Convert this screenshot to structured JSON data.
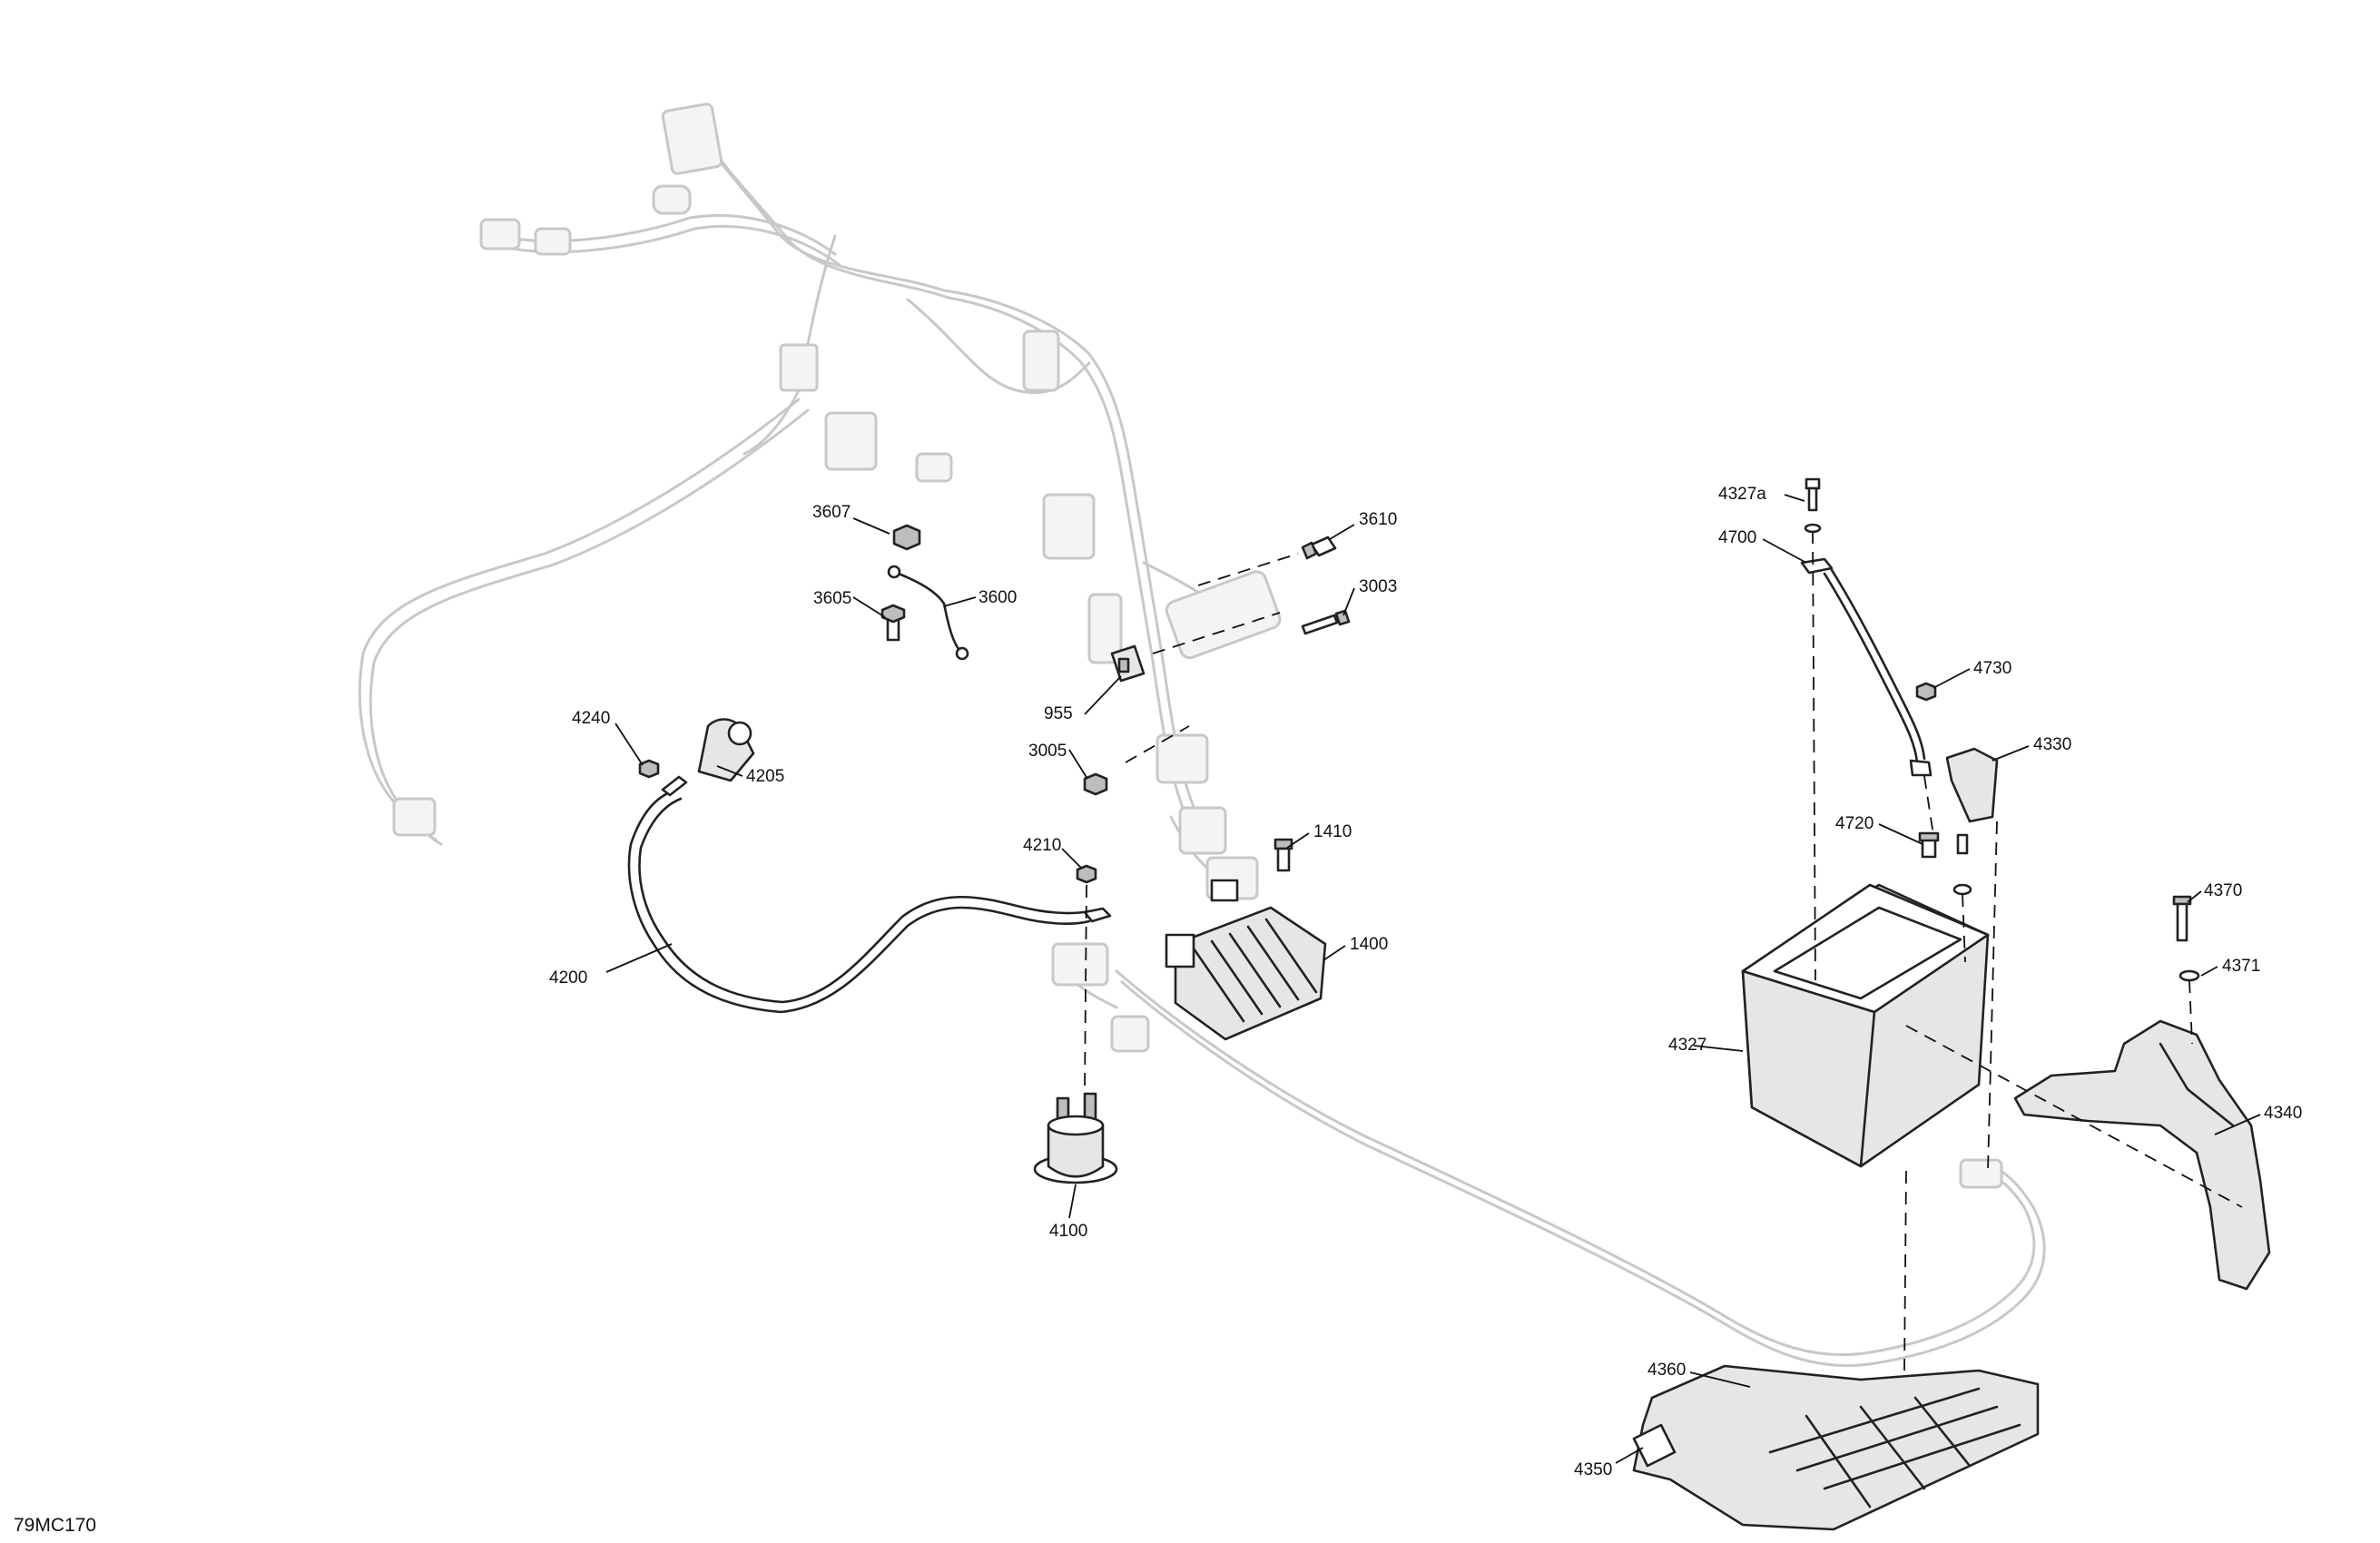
{
  "figure_code": "79MC170",
  "callouts": {
    "c3607": "3607",
    "c3605": "3605",
    "c3600": "3600",
    "c3610": "3610",
    "c3003": "3003",
    "c955": "955",
    "c3005": "3005",
    "c4240": "4240",
    "c4205": "4205",
    "c4200": "4200",
    "c4210": "4210",
    "c1410": "1410",
    "c1400": "1400",
    "c4100": "4100",
    "c4327a": "4327a",
    "c4700": "4700",
    "c4730": "4730",
    "c4330": "4330",
    "c4720": "4720",
    "c4327": "4327",
    "c4370": "4370",
    "c4371": "4371",
    "c4340": "4340",
    "c4360": "4360",
    "c4350": "4350"
  }
}
